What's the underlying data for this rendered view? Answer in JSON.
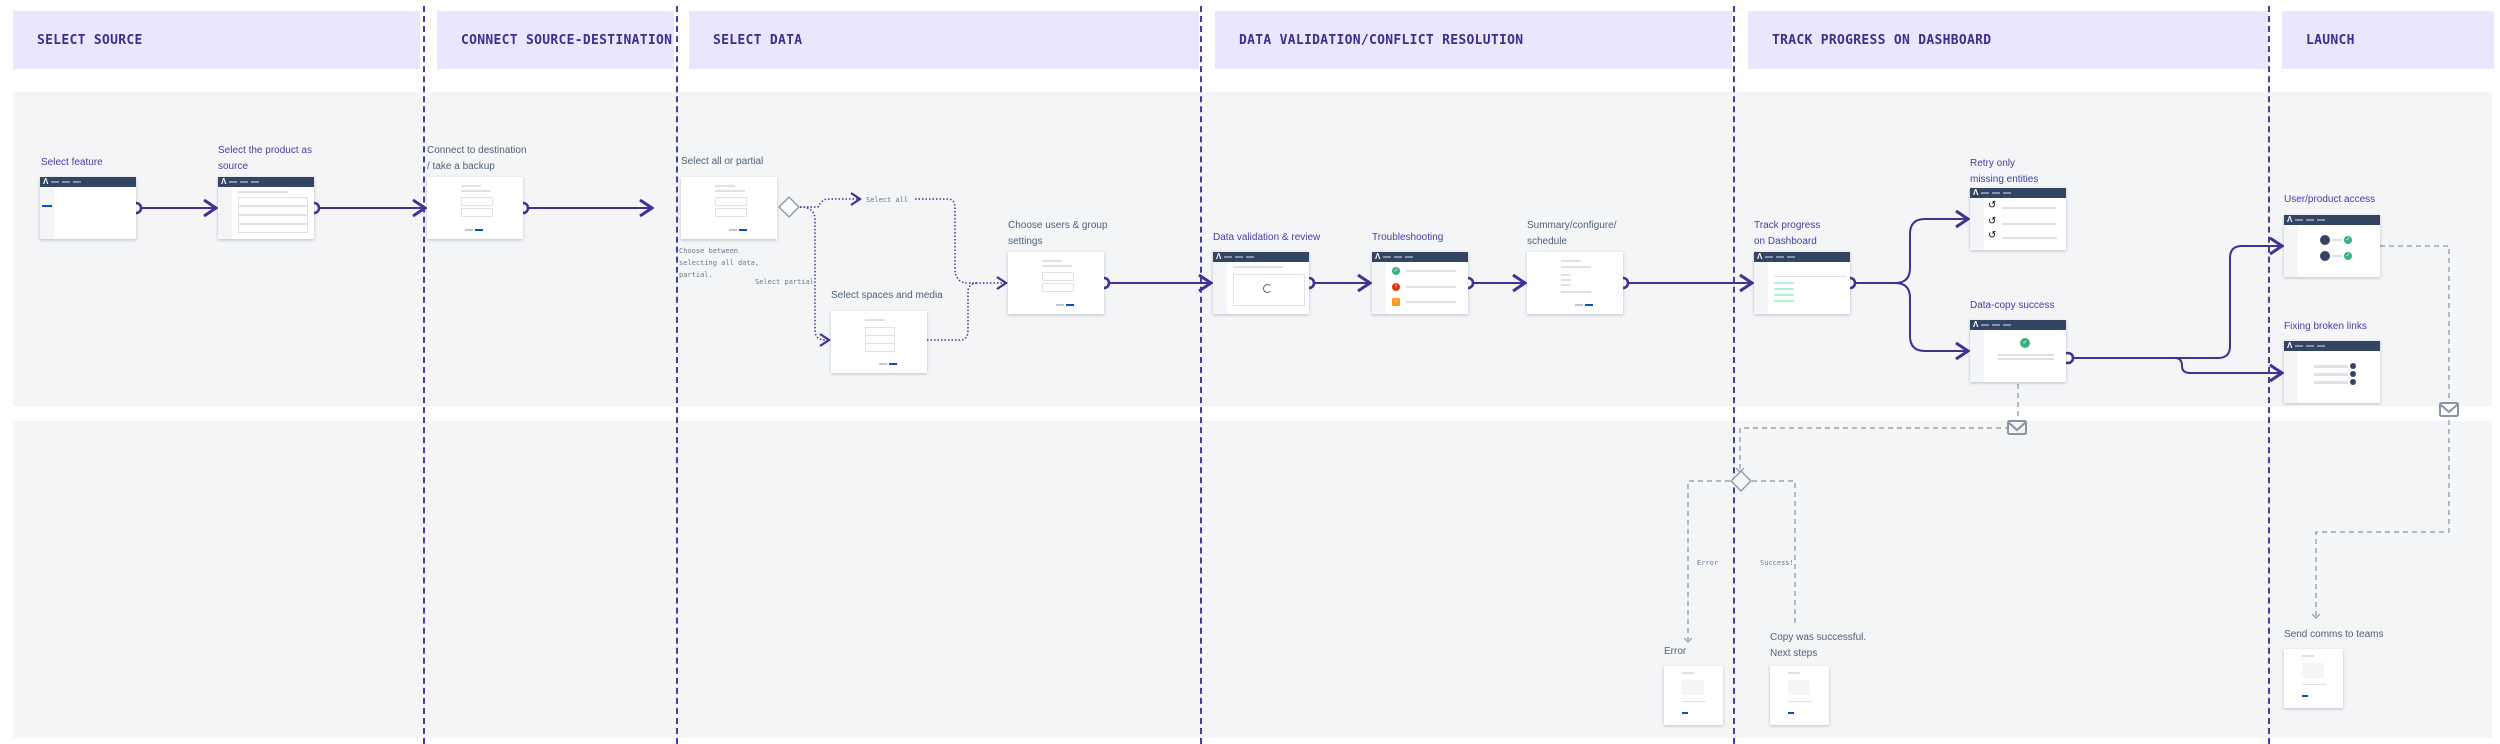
{
  "phases": [
    {
      "title": "SELECT SOURCE"
    },
    {
      "title": "CONNECT SOURCE-DESTINATION"
    },
    {
      "title": "SELECT DATA"
    },
    {
      "title": "DATA VALIDATION/CONFLICT RESOLUTION"
    },
    {
      "title": "TRACK PROGRESS ON DASHBOARD"
    },
    {
      "title": "LAUNCH"
    }
  ],
  "steps": {
    "select_feature": "Select feature",
    "select_product": "Select the product as source",
    "connect_destination": "Connect to destination / take a backup",
    "select_all_partial": "Select all or partial",
    "select_spaces": "Select spaces and media",
    "choose_users": "Choose users & group settings",
    "data_validation": "Data validation & review",
    "troubleshooting": "Troubleshooting",
    "summary": "Summary/configure/ schedule",
    "track_progress": "Track progress on Dashboard",
    "retry_missing": "Retry only missing entities",
    "data_copy_success": "Data-copy success",
    "user_product_access": "User/product access",
    "fixing_broken_links": "Fixing broken links",
    "error": "Error",
    "copy_successful": "Copy was successful. Next steps",
    "send_comms": "Send comms to teams"
  },
  "notes": {
    "choose_between": "Choose between selecting all data, partial.",
    "select_all": "Select all",
    "select_partial": "Select partial",
    "error_branch": "Error",
    "success_branch": "Success!"
  },
  "colors": {
    "phase_bg": "#eae6fd",
    "accent": "#403294",
    "lane_bg": "#f4f5f7",
    "success": "#36b37e",
    "error": "#de350b",
    "warning": "#ff991f"
  },
  "icons": [
    "app-logo-icon",
    "decision-diamond-icon",
    "envelope-icon",
    "check-circle-icon",
    "error-icon",
    "warning-icon",
    "retry-icon",
    "user-avatar-icon",
    "link-icon",
    "spinner-icon"
  ]
}
